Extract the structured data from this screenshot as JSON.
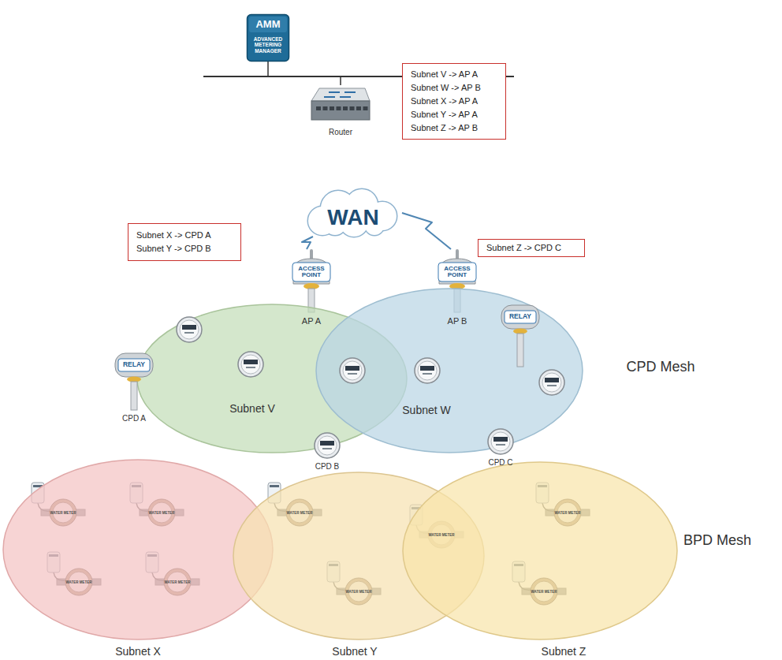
{
  "diagram": {
    "nodes": [
      {
        "text": [
          "AMM",
          "ADVANCED METERING MANAGER"
        ]
      },
      {
        "text": [
          "Subnet V -> AP A",
          "Subnet W -> AP B",
          "Subnet X -> AP A",
          "Subnet Y -> AP A",
          "Subnet Z -> AP B"
        ]
      },
      {
        "text": [
          "Router"
        ]
      },
      {
        "text": [
          "WAN"
        ]
      },
      {
        "text": [
          "Subnet X -> CPD A",
          "Subnet Y -> CPD B"
        ]
      },
      {
        "text": [
          "ACCESS POINT",
          "AP A"
        ]
      },
      {
        "text": [
          "ACCESS POINT",
          "AP B"
        ]
      },
      {
        "text": [
          "Subnet Z -> CPD C"
        ]
      },
      {
        "text": [
          "Subnet V"
        ]
      },
      {
        "text": [
          "Subnet W"
        ]
      },
      {
        "text": [
          "RELAY"
        ],
        "in": 9
      },
      {
        "text": [
          "RELAY",
          "CPD A"
        ]
      },
      {
        "text": [
          "CPD B"
        ]
      },
      {
        "text": [
          "CPD C"
        ]
      },
      {
        "text": [
          "Subnet X"
        ]
      },
      {
        "text": [
          "Subnet Y"
        ]
      },
      {
        "text": [
          "Subnet Z"
        ]
      }
    ],
    "edges": [
      {
        "from": 0,
        "to": 2,
        "arrow": "none"
      },
      {
        "from": 3,
        "to": 5,
        "arrow": "none"
      },
      {
        "from": 3,
        "to": 6,
        "arrow": "none"
      }
    ],
    "labels": [
      "CPD Mesh",
      "BPD Mesh",
      "WATER METER",
      "WATER METER",
      "WATER METER",
      "WATER METER",
      "WATER METER",
      "WATER METER",
      "WATER METER",
      "WATER METER",
      "WATER METER"
    ]
  }
}
